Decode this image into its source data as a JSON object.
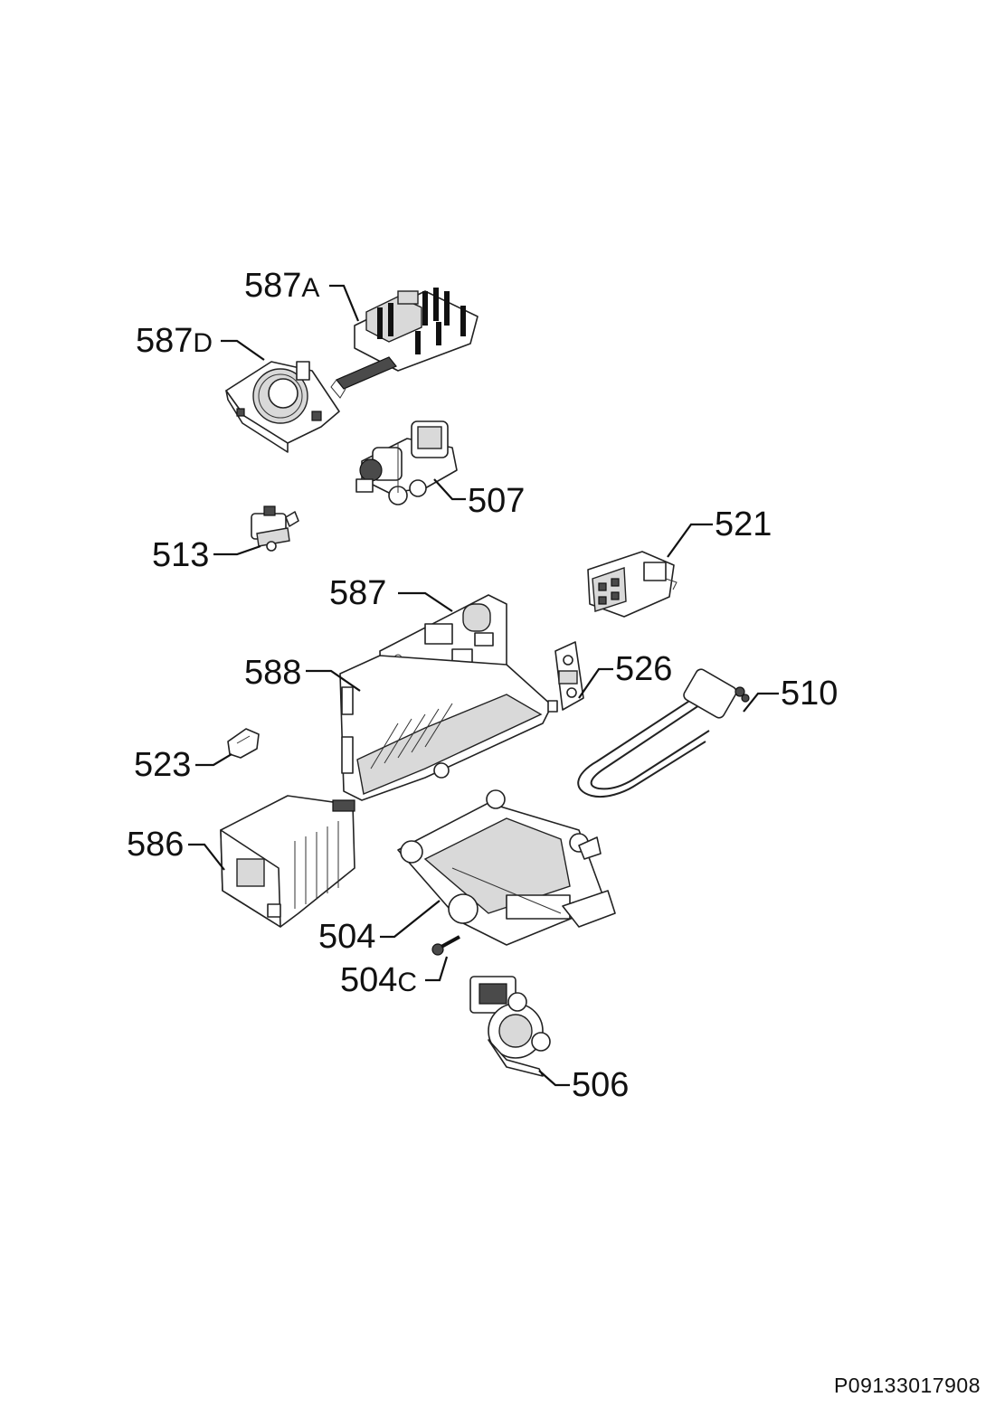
{
  "diagram": {
    "drawing_code": "P09133017908",
    "parts": [
      {
        "id": "587a",
        "number": "587",
        "suffix": "A"
      },
      {
        "id": "587d",
        "number": "587",
        "suffix": "D"
      },
      {
        "id": "507",
        "number": "507",
        "suffix": ""
      },
      {
        "id": "513",
        "number": "513",
        "suffix": ""
      },
      {
        "id": "521",
        "number": "521",
        "suffix": ""
      },
      {
        "id": "587",
        "number": "587",
        "suffix": ""
      },
      {
        "id": "588",
        "number": "588",
        "suffix": ""
      },
      {
        "id": "526",
        "number": "526",
        "suffix": ""
      },
      {
        "id": "510",
        "number": "510",
        "suffix": ""
      },
      {
        "id": "523",
        "number": "523",
        "suffix": ""
      },
      {
        "id": "586",
        "number": "586",
        "suffix": ""
      },
      {
        "id": "504",
        "number": "504",
        "suffix": ""
      },
      {
        "id": "504c",
        "number": "504",
        "suffix": "C"
      },
      {
        "id": "506",
        "number": "506",
        "suffix": ""
      }
    ]
  }
}
